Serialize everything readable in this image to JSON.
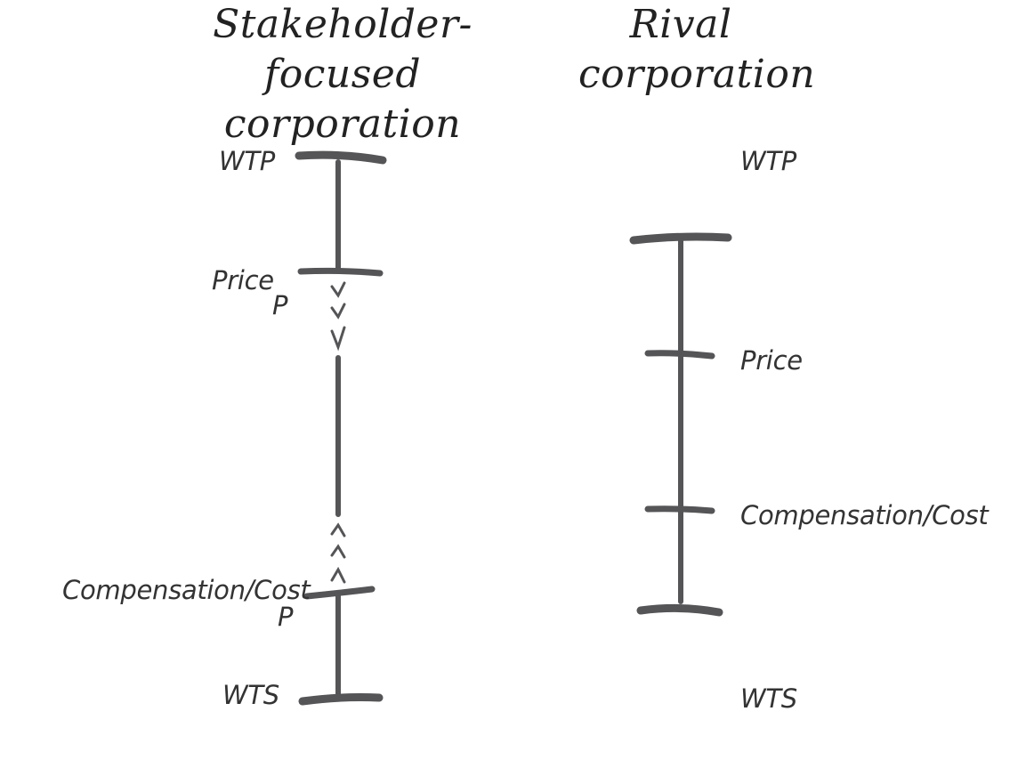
{
  "left_panel": {
    "title_line1": "Stakeholder-focused",
    "title_line2": "corporation",
    "labels": {
      "wtp": "WTP",
      "price": "Price",
      "price_sub": "P",
      "comp_cost": "Compensation/Cost",
      "comp_cost_sub": "P",
      "wts": "WTS"
    }
  },
  "right_panel": {
    "title_line1": "Rival",
    "title_line2": "corporation",
    "labels": {
      "wtp": "WTP",
      "price": "Price",
      "comp_cost": "Compensation/Cost",
      "wts": "WTS"
    }
  },
  "colors": {
    "bar": "#555558",
    "text": "#333333"
  }
}
